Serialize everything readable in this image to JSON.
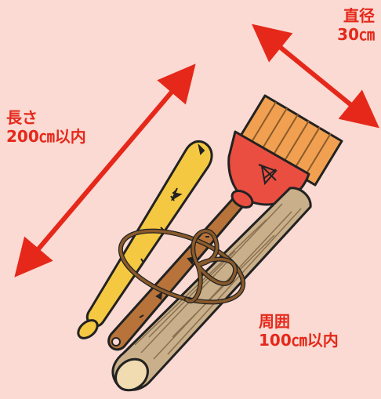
{
  "labels": {
    "length": {
      "line1": "長さ",
      "line2": "200㎝以内"
    },
    "diameter": {
      "line1": "直径",
      "line2": "30㎝"
    },
    "circumference": {
      "line1": "周囲",
      "line2": "100㎝以内"
    }
  },
  "colors": {
    "background": "#fadad3",
    "arrow": "#e5281a",
    "bat": "#f5c842",
    "brush_head": "#ea4e40",
    "bristles": "#f0a050",
    "handle": "#b8733a",
    "wood": "#c9b08a",
    "rope": "#8a5a2b",
    "outline": "#222222"
  }
}
